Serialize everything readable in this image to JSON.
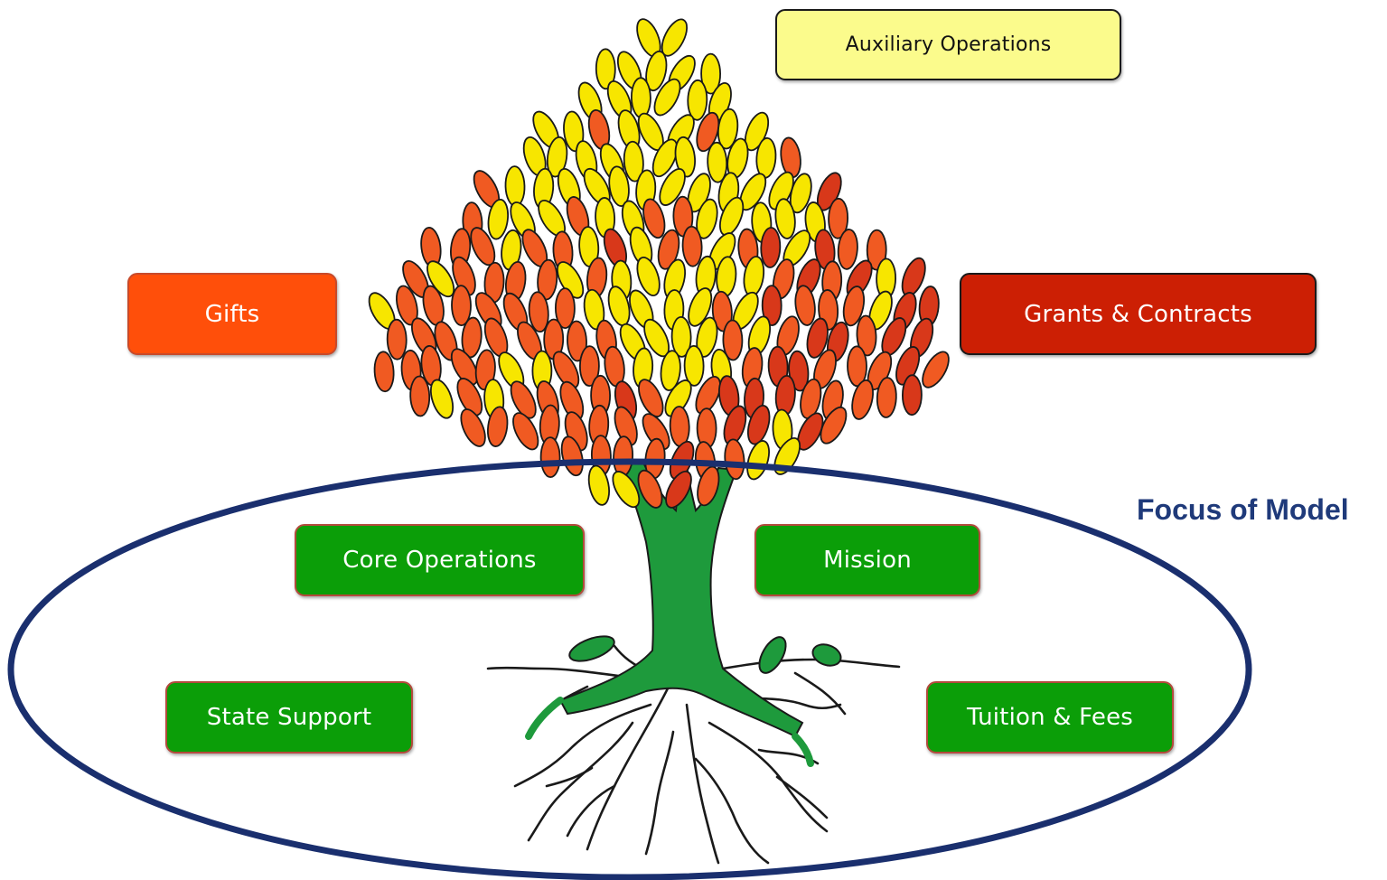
{
  "labels": {
    "auxiliary": "Auxiliary Operations",
    "gifts": "Gifts",
    "grants": "Grants & Contracts",
    "core": "Core Operations",
    "mission": "Mission",
    "state": "State Support",
    "tuition": "Tuition & Fees",
    "focus": "Focus of Model"
  },
  "colors": {
    "leaf_yellow": "#f7e600",
    "leaf_orange": "#f05a22",
    "leaf_red": "#d8381a",
    "trunk_green": "#1e9a3c",
    "ellipse_navy": "#1a2f6e",
    "box_yellow": "#fbfb8c",
    "box_orange": "#ff4f0a",
    "box_red": "#cc1f04",
    "box_green": "#0b9e08",
    "focus_text": "#1f3a7a"
  }
}
